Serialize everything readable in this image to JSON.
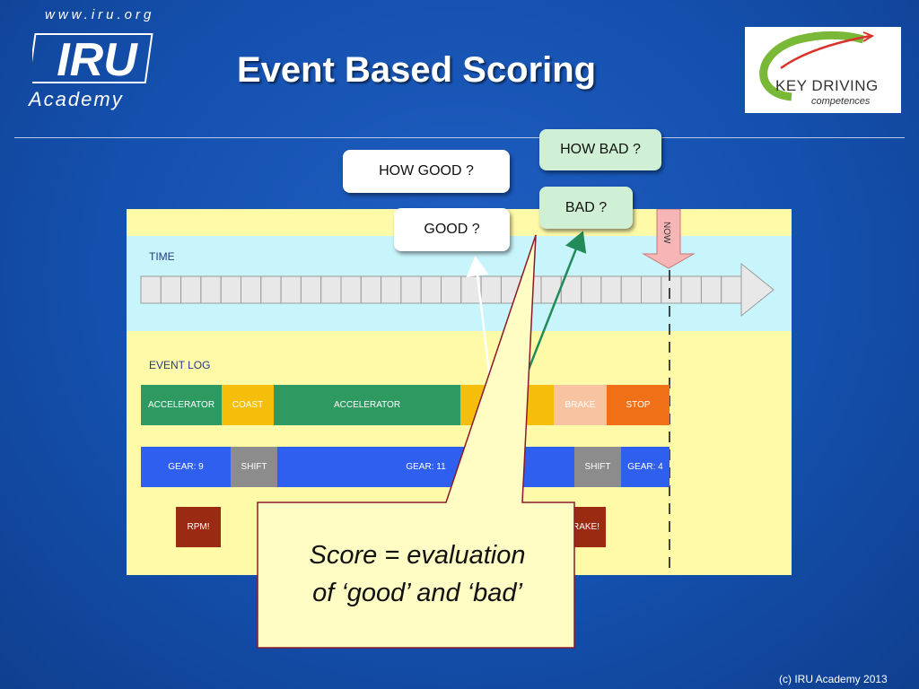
{
  "header": {
    "logo_url": "www.iru.org",
    "logo_name": "IRU",
    "logo_subtitle": "Academy",
    "title": "Event Based Scoring",
    "partner_logo_main": "KEY DRIVING",
    "partner_logo_sub": "competences"
  },
  "callouts": {
    "how_good": "HOW GOOD ?",
    "good": "GOOD ?",
    "how_bad": "HOW BAD ?",
    "bad": "BAD ?"
  },
  "diagram": {
    "time_label": "TIME",
    "now_label": "NOW",
    "event_log_label": "EVENT LOG",
    "pedal_row": [
      "ACCELERATOR",
      "COAST",
      "ACCELERATOR",
      "",
      "BRAKE",
      "STOP"
    ],
    "gear_row": [
      "GEAR: 9",
      "SHIFT",
      "GEAR: 11",
      "SHIFT",
      "GEAR: 4"
    ],
    "alert_row": [
      "RPM!",
      "RAKE!"
    ]
  },
  "score_box": {
    "line1": "Score = evaluation",
    "line2": "of ‘good’ and ‘bad’"
  },
  "footer": {
    "copyright": "(c) IRU Academy 2013"
  },
  "colors": {
    "background": "#1450ae",
    "accelerator": "#2e9a62",
    "coast": "#f5be0a",
    "brake": "#f8c3a0",
    "stop": "#f07018",
    "gear": "#2f5fef",
    "shift": "#8c8c8c",
    "alert": "#9a2a12",
    "green_arrow": "#238a5a"
  }
}
